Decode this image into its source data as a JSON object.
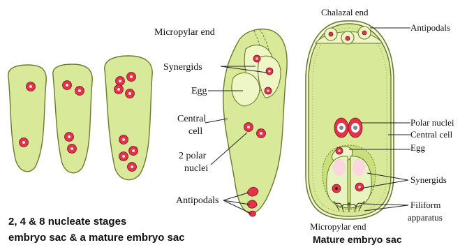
{
  "labels": {
    "micropylar_end_top": "Micropylar end",
    "synergids_left": "Synergids",
    "egg_left": "Egg",
    "central_cell_left_1": "Central",
    "central_cell_left_2": "cell",
    "polar_nuclei_left_1": "2 polar",
    "polar_nuclei_left_2": "nuclei",
    "antipodals_left": "Antipodals",
    "chalazal_end": "Chalazal end",
    "antipodals_right": "Antipodals",
    "polar_nuclei_right": "Polar nuclei",
    "central_cell_right": "Central cell",
    "egg_right": "Egg",
    "synergids_right": "Synergids",
    "filiform_1": "Filiform",
    "filiform_2": "apparatus",
    "micropylar_end_bottom": "Micropylar end"
  },
  "captions": {
    "stages_line1": "2, 4 & 8 nucleate stages",
    "stages_line2": "embryo sac & a mature embryo sac",
    "mature": "Mature embryo sac"
  },
  "colors": {
    "sac_fill": "#d8ea9a",
    "nucleus": "#e2334b",
    "outline": "#6c7a2e"
  }
}
